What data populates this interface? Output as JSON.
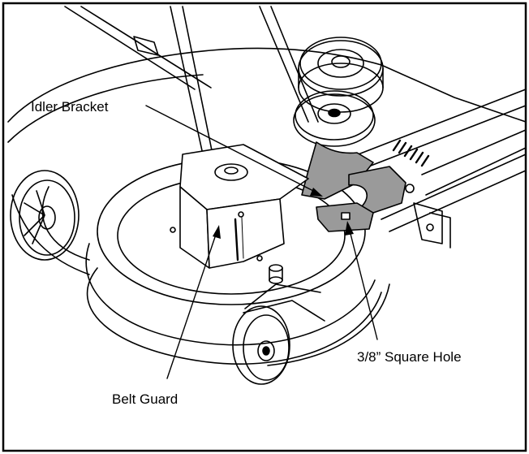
{
  "diagram": {
    "labels": {
      "idler_bracket": "Idler Bracket",
      "belt_guard": "Belt Guard",
      "square_hole": "3/8” Square Hole"
    },
    "colors": {
      "line": "#000000",
      "background": "#ffffff",
      "shade": "#9a9a9a",
      "dark_shade": "#555555"
    }
  }
}
